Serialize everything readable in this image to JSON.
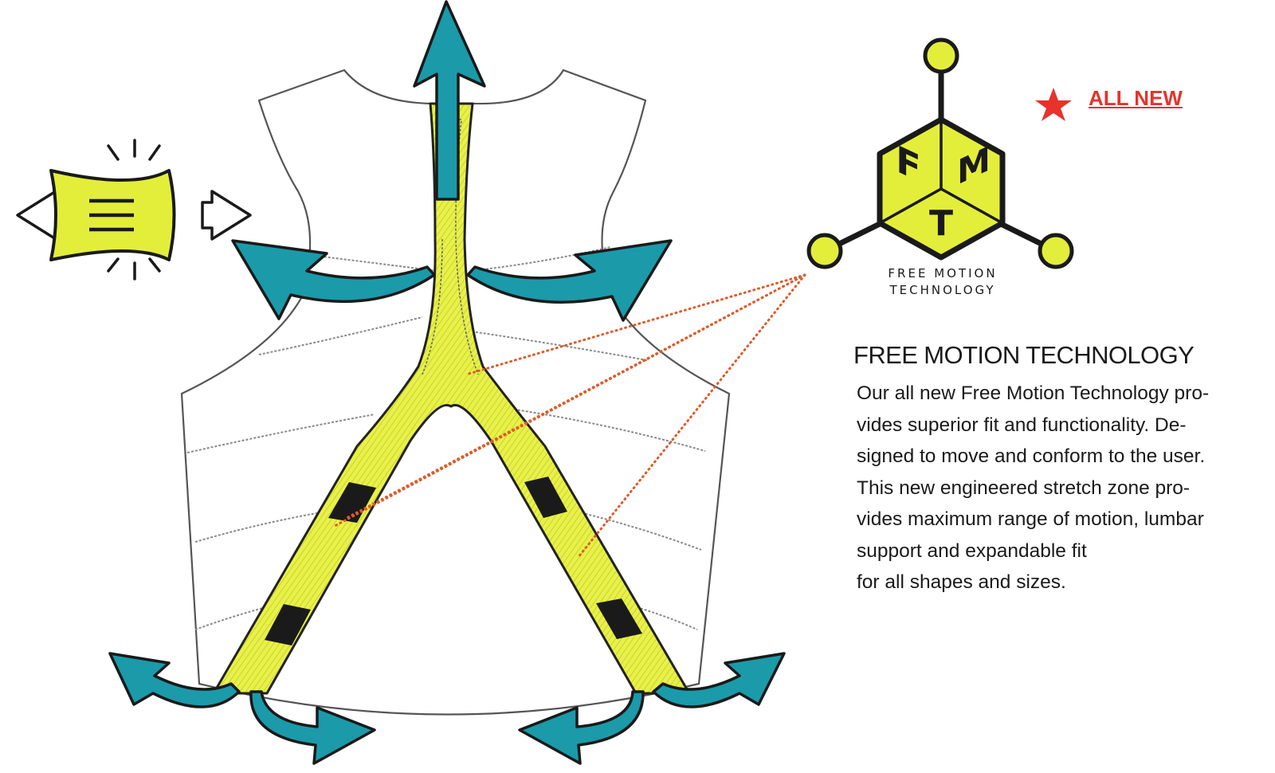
{
  "badge": {
    "label": "ALL NEW",
    "color": "#e8322b"
  },
  "logo": {
    "letters": [
      "F",
      "M",
      "T"
    ],
    "caption_lines": [
      "FREE MOTION",
      "TECHNOLOGY"
    ]
  },
  "feature": {
    "heading": "FREE MOTION TECHNOLOGY",
    "body_lines": [
      "Our all new Free Motion Technology pro-",
      "vides superior fit and functionality. De-",
      "signed to move and conform to the user.",
      "This new engineered stretch zone pro-",
      "vides maximum range of motion, lumbar",
      "support and expandable fit",
      "for all shapes and sizes."
    ]
  },
  "icons": [
    "stretch-icon",
    "motion-arrow-icon",
    "star-icon"
  ],
  "colors": {
    "accent": "#e3ee3b",
    "arrow": "#1b9aaa",
    "outline": "#1a1a1a",
    "callout": "#e05a2a",
    "stitch": "#888888"
  }
}
